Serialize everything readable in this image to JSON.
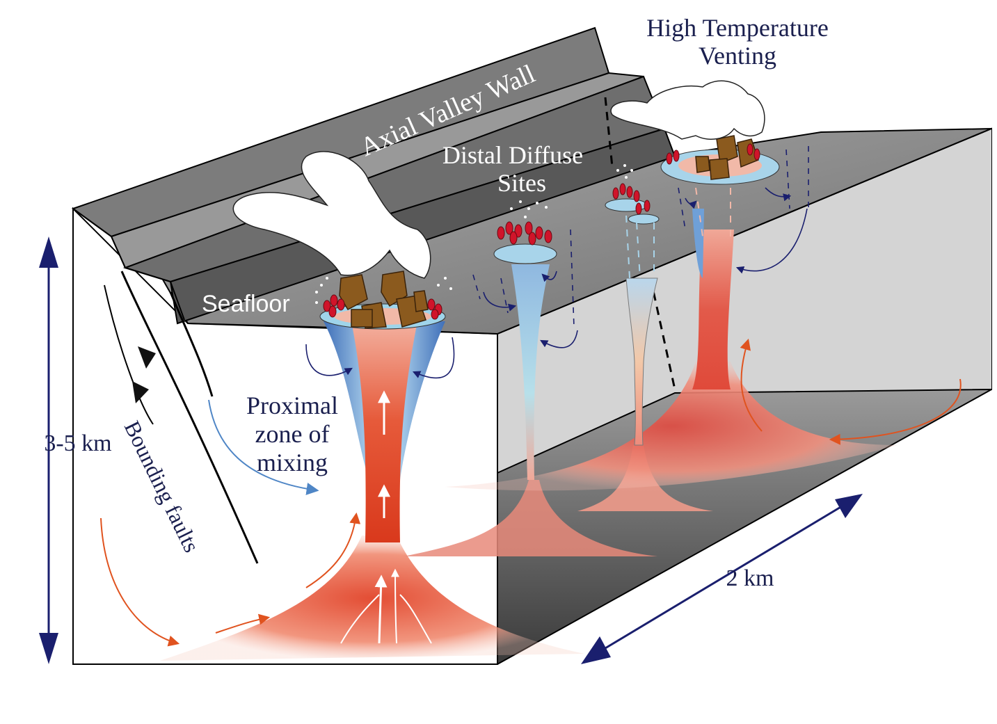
{
  "labels": {
    "high_temp_line1": "High Temperature",
    "high_temp_line2": "Venting",
    "axial_wall": "Axial Valley Wall",
    "distal_line1": "Distal Diffuse",
    "distal_line2": "Sites",
    "seafloor": "Seafloor",
    "proximal_line1": "Proximal",
    "proximal_line2": "zone of",
    "proximal_line3": "mixing",
    "depth": "3-5 km",
    "bounding_faults": "Bounding faults",
    "length": "2 km"
  },
  "colors": {
    "hot_fluid": "#e0402a",
    "warm_fluid": "#f2a090",
    "cold_seawater": "#4f86c6",
    "pale_blue": "#a8d4e8",
    "dark_blue": "#1a1f6e",
    "orange_arrow": "#e0531f",
    "rock_grey": "#808080",
    "chimney_brown": "#8b5a1e",
    "tubeworm_red": "#d0142a"
  }
}
